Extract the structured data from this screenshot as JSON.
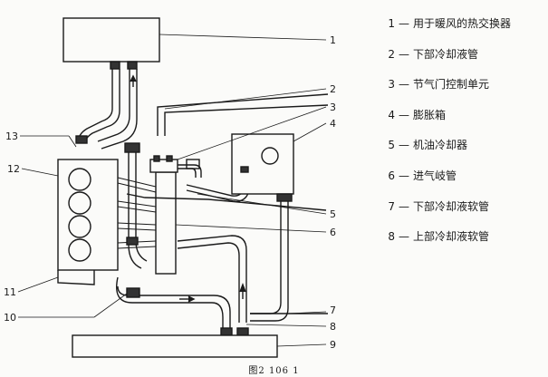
{
  "callouts": [
    "1",
    "2",
    "3",
    "4",
    "5",
    "6",
    "7",
    "8",
    "9",
    "10",
    "11",
    "12",
    "13"
  ],
  "legend": [
    {
      "num": "1",
      "dash": "—",
      "text": "用于暖风的热交换器"
    },
    {
      "num": "2",
      "dash": "—",
      "text": "下部冷却液管"
    },
    {
      "num": "3",
      "dash": "—",
      "text": "节气门控制单元"
    },
    {
      "num": "4",
      "dash": "—",
      "text": "膨胀箱"
    },
    {
      "num": "5",
      "dash": "—",
      "text": "机油冷却器"
    },
    {
      "num": "6",
      "dash": "—",
      "text": "进气岐管"
    },
    {
      "num": "7",
      "dash": "—",
      "text": "下部冷却液软管"
    },
    {
      "num": "8",
      "dash": "—",
      "text": "上部冷却液软管"
    }
  ],
  "caption": "图2 106 1"
}
